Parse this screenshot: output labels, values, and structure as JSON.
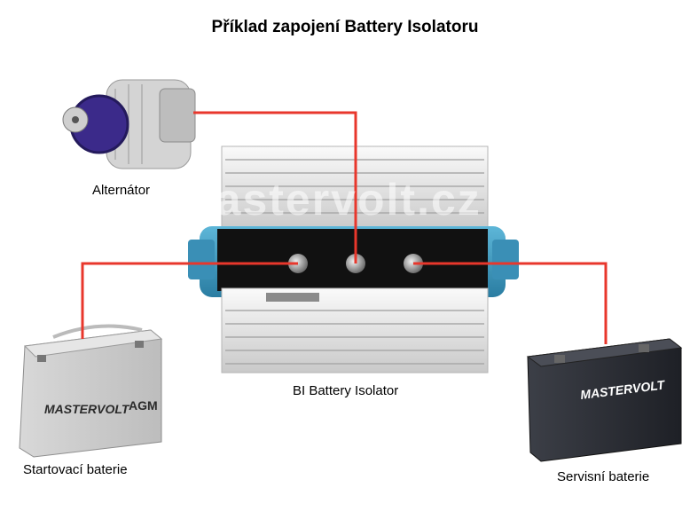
{
  "title": "Příklad zapojení Battery Isolatoru",
  "labels": {
    "alternator": "Alternátor",
    "isolator": "BI Battery Isolator",
    "starter_battery": "Startovací baterie",
    "service_battery": "Servisní baterie"
  },
  "watermark": "Mastervolt.cz",
  "battery_left": {
    "brand": "MASTERVOLT",
    "type": "AGM"
  },
  "battery_right": {
    "brand": "MASTERVOLT"
  },
  "colors": {
    "wire": "#e8372c",
    "isolator_blue": "#3d9bc0",
    "alternator_pulley": "#3b2a8a"
  }
}
